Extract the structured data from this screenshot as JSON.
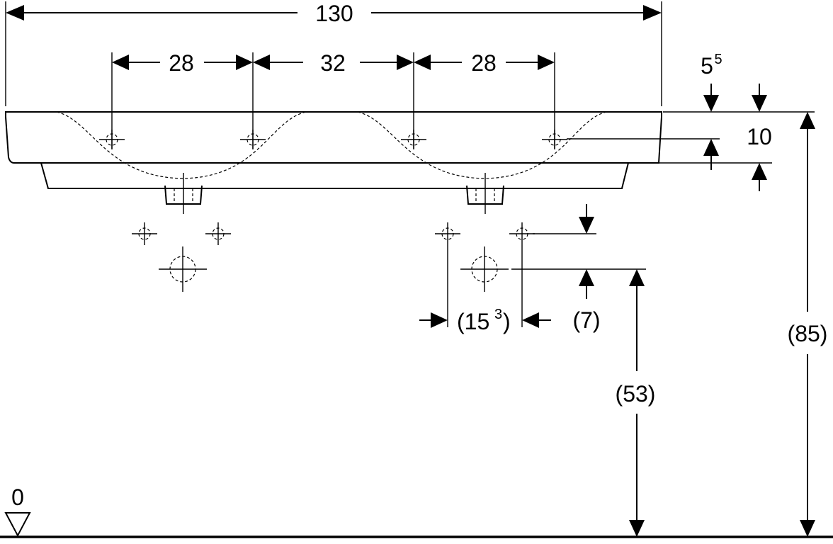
{
  "drawing": {
    "dimensions": {
      "overall_width": "130",
      "tap_spacing_left": "28",
      "tap_spacing_middle": "32",
      "tap_spacing_right": "28",
      "rim_offset_main": "5",
      "rim_offset_sup": "5",
      "rim_thickness": "10",
      "waste_spacing_main": "(15",
      "waste_spacing_sup": "3",
      "waste_spacing_close": ")",
      "waste_offset": "(7)",
      "waste_height": "(53)",
      "rim_height": "(85)",
      "floor_level": "0"
    }
  }
}
